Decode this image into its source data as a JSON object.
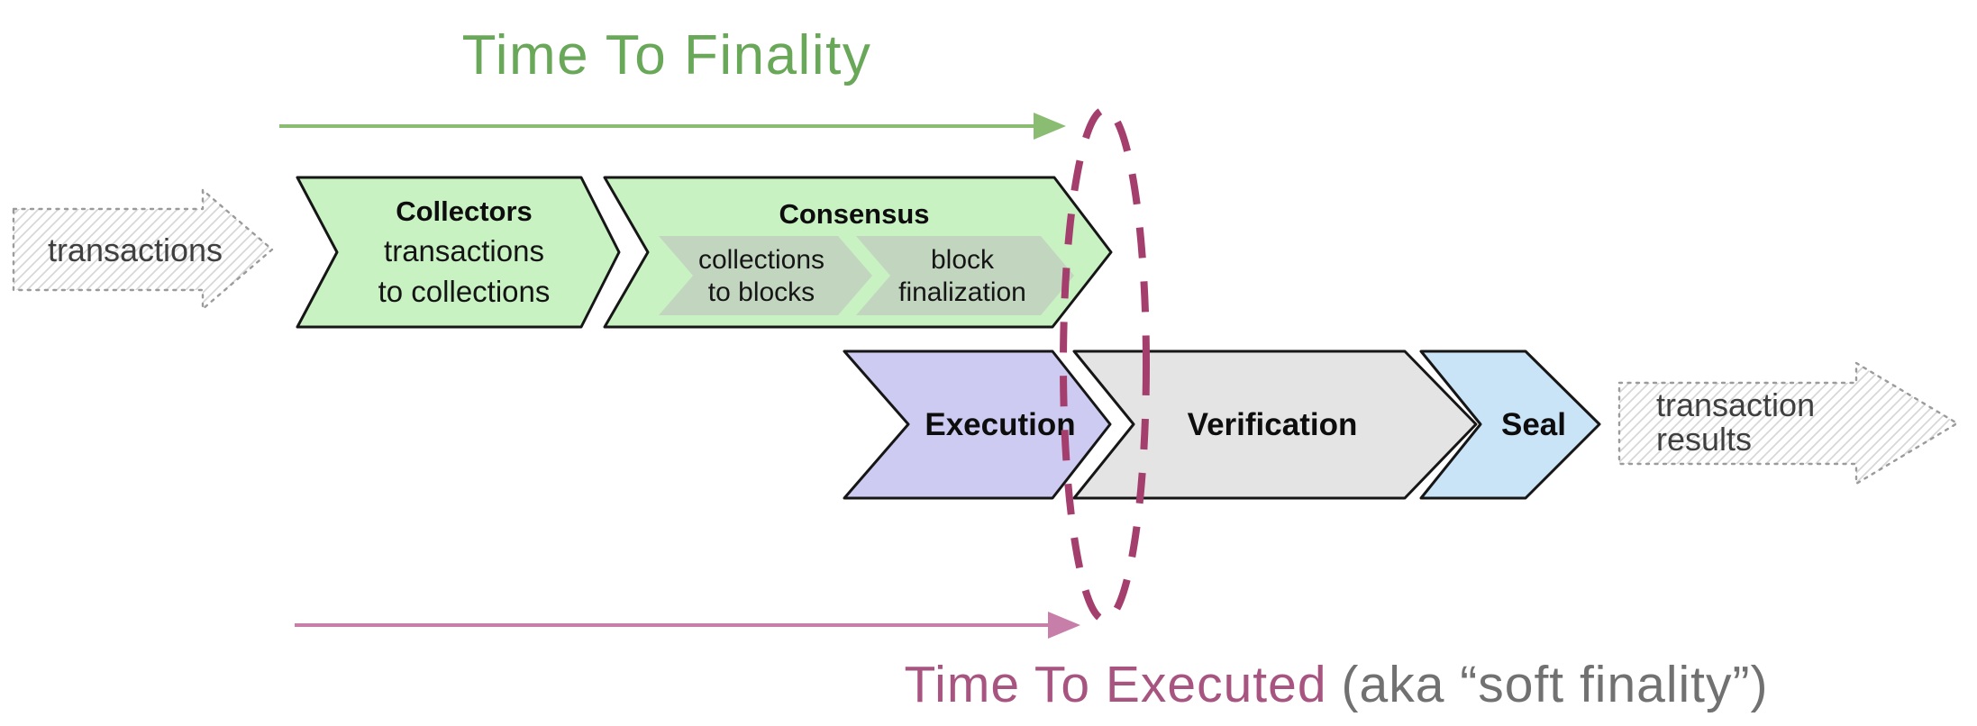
{
  "titles": {
    "time_to_finality": "Time To Finality",
    "time_to_executed": "Time To Executed",
    "time_to_executed_note": "(aka “soft finality”)"
  },
  "colors": {
    "accent_green": "#69a859",
    "arrow_green": "#8abc72",
    "accent_pink": "#a85480",
    "arrow_pink": "#c77fa9",
    "ellipse_maroon": "#a43f6d",
    "note_gray": "#717171",
    "stage_green": "#c9f2c3",
    "substage_green_gray": "#c2d5bf",
    "stage_purple": "#cdcbf1",
    "stage_gray": "#e4e4e4",
    "stage_blue": "#c9e3f7"
  },
  "flow": {
    "input_arrow": {
      "label": "transactions"
    },
    "output_arrow": {
      "line1": "transaction",
      "line2": "results"
    },
    "stages": {
      "collectors": {
        "title": "Collectors",
        "line1": "transactions",
        "line2": "to collections"
      },
      "consensus": {
        "title": "Consensus",
        "sub1": {
          "line1": "collections",
          "line2": "to blocks"
        },
        "sub2": {
          "line1": "block",
          "line2": "finalization"
        }
      },
      "execution": {
        "title": "Execution"
      },
      "verification": {
        "title": "Verification"
      },
      "seal": {
        "title": "Seal"
      }
    }
  }
}
